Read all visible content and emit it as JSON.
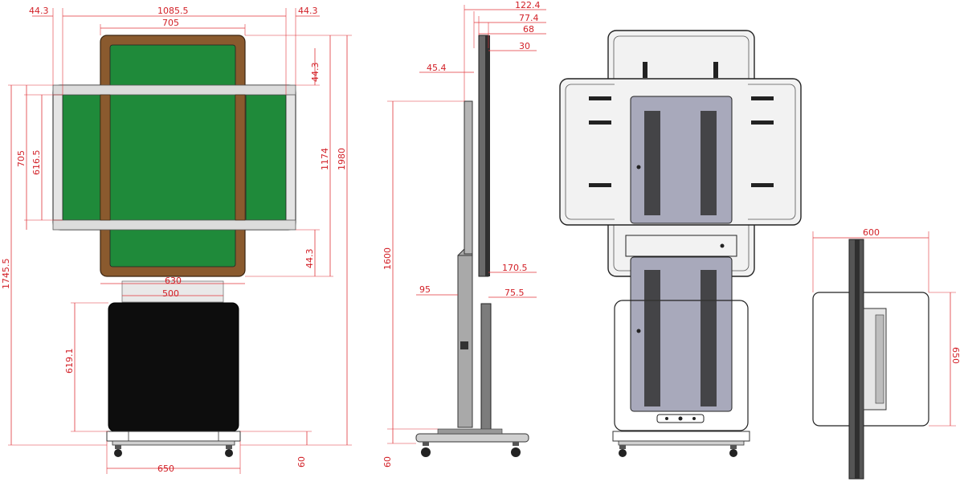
{
  "views": {
    "front": {
      "dims": {
        "top_left": "44.3",
        "top_total": "1085.5",
        "top_right": "44.3",
        "screen_width": "705",
        "right_upper": "44.3",
        "left_outer": "1745.5",
        "left_mid": "705",
        "left_inner": "616.5",
        "right_1174": "1174",
        "right_1980": "1980",
        "right_lower": "44.3",
        "plate_630": "630",
        "plate_500": "500",
        "cabinet_height": "619.1",
        "base_width": "650",
        "base_height": "60"
      },
      "colors": {
        "screen": "#1f8a3a",
        "bezel_brown": "#8a5a2e",
        "bezel_grey": "#d9d9d9",
        "cabinet": "#0d0d0d"
      }
    },
    "side": {
      "dims": {
        "d122": "122.4",
        "d77": "77.4",
        "d68": "68",
        "d30": "30",
        "d45": "45.4",
        "height_1600": "1600",
        "d170": "170.5",
        "d95": "95",
        "d75": "75.5",
        "base_60": "60"
      },
      "colors": {
        "column": "#a9a9a9"
      }
    },
    "back": {
      "colors": {
        "panel": "#a8a9bb",
        "frame": "#f2f2f2"
      }
    },
    "top": {
      "dims": {
        "width_600": "600",
        "depth_650": "650"
      }
    }
  }
}
